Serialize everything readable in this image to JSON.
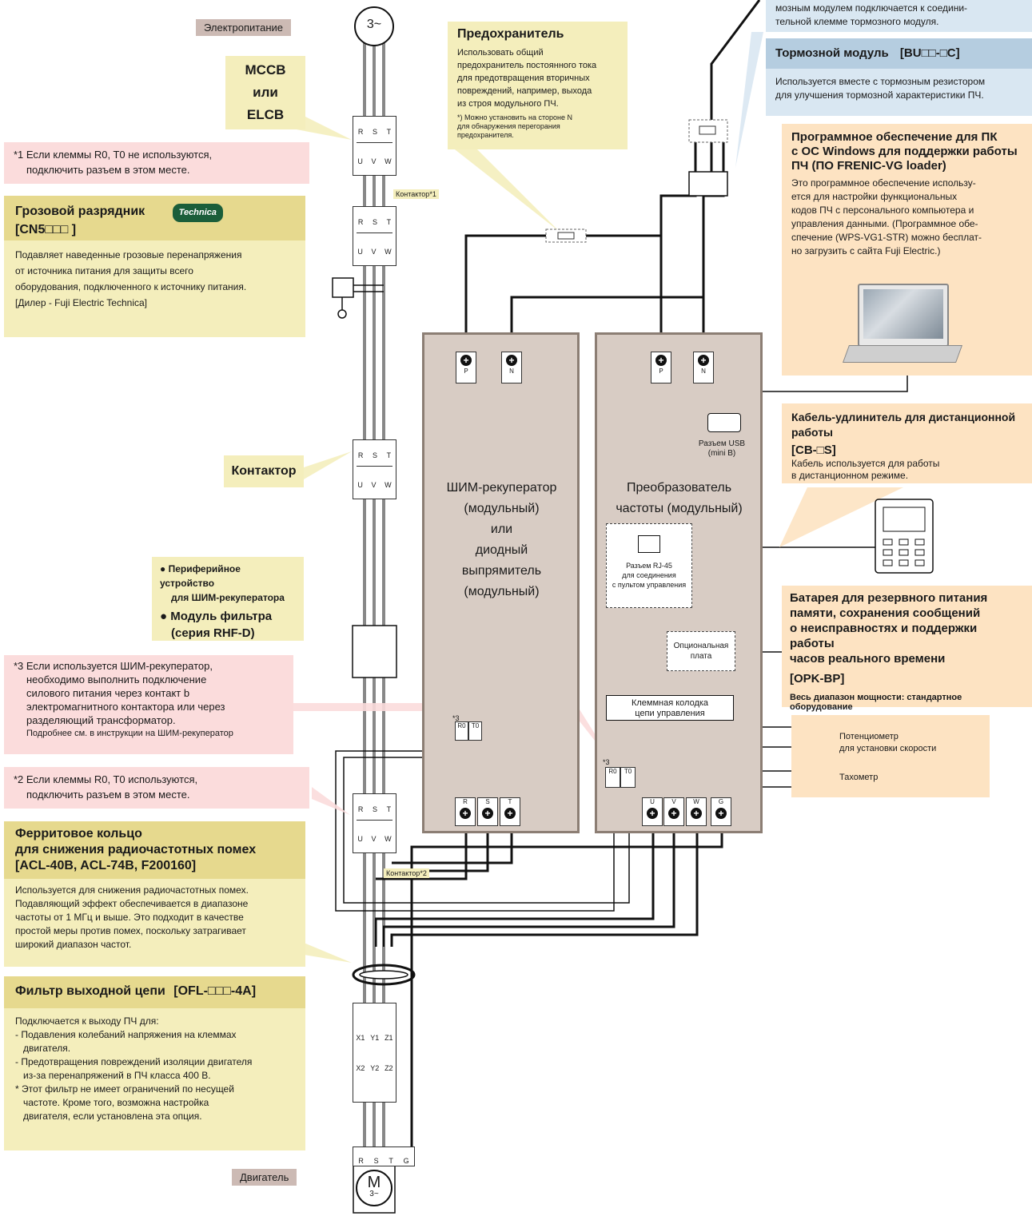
{
  "tags": {
    "power": "Электропитание",
    "motor": "Двигатель"
  },
  "symbols": {
    "source": "3~",
    "motor_letter": "M",
    "motor_phase": "3~"
  },
  "mccb": {
    "line1": "MCCB",
    "line2": "или",
    "line3": "ELCB"
  },
  "contactor1": "Контактор*1",
  "contactor2": "Контактор*2",
  "contactor_main": "Контактор",
  "note1": {
    "line1": "*1 Если клеммы R0, T0 не используются,",
    "line2": "подключить разъем в этом месте."
  },
  "note2": {
    "line1": "*2 Если клеммы R0, T0 используются,",
    "line2": "подключить разъем в этом месте."
  },
  "note3": {
    "line1": "*3 Если используется ШИМ-рекуператор,",
    "line2": "необходимо выполнить подключение",
    "line3": "силового питания через контакт b",
    "line4": "электромагнитного контактора или через",
    "line5": "разделяющий трансформатор.",
    "line6": "Подробнее см. в инструкции на ШИМ-рекуператор"
  },
  "arrester": {
    "title": "Грозовой разрядник",
    "code": "[CN5□□□ ]",
    "badge": "Technica",
    "line1": "Подавляет наведенные грозовые перенапряжения",
    "line2": "от источника питания для защиты всего",
    "line3": "оборудования, подключенного к источнику питания.",
    "line4": "[Дилер - Fuji Electric Technica]"
  },
  "fuse": {
    "title": "Предохранитель",
    "line1": "Использовать общий",
    "line2": "предохранитель постоянного тока",
    "line3": "для предотвращения вторичных",
    "line4": "повреждений, например, выхода",
    "line5": "из строя модульного ПЧ.",
    "note1": "*) Можно установить на стороне N",
    "note2": "для обнаружения перегорания предохранителя."
  },
  "brake": {
    "top1": "мозным модулем подключается к соедини-",
    "top2": "тельной клемме тормозного модуля.",
    "title": "Тормозной модуль",
    "code": "[BU□□-□C]",
    "line1": "Используется вместе с тормозным резистором",
    "line2": "для улучшения тормозной характеристики ПЧ."
  },
  "software": {
    "title1": "Программное обеспечение для ПК",
    "title2": "с ОС Windows для поддержки работы",
    "title3": "ПЧ (ПО FRENIC-VG loader)",
    "line1": "Это программное обеспечение использу-",
    "line2": "ется для настройки функциональных",
    "line3": "кодов ПЧ с персонального компьютера и",
    "line4": "управления данными. (Программное обе-",
    "line5": "спечение (WPS-VG1-STR) можно бесплат-",
    "line6": "но загрузить с сайта Fuji Electric.)"
  },
  "cable": {
    "title": "Кабель-удлинитель для дистанционной работы",
    "code": "[CB-□S]",
    "line1": "Кабель используется для работы",
    "line2": "в дистанционном режиме."
  },
  "usb": {
    "line1": "Разъем USB",
    "line2": "(mini B)"
  },
  "rj45": {
    "line1": "Разъем RJ-45",
    "line2": "для соединения",
    "line3": "с пультом управления"
  },
  "optional": {
    "line1": "Опциональная",
    "line2": "плата"
  },
  "terminal_block": {
    "line1": "Клеммная колодка",
    "line2": "цепи управления"
  },
  "battery": {
    "line1": "Батарея для резервного питания",
    "line2": "памяти, сохранения сообщений",
    "line3": "о неисправностях и поддержки работы",
    "line4": "часов реального времени",
    "code": "[OPK-BP]",
    "note": "Весь диапазон мощности: стандартное оборудование"
  },
  "meters": {
    "pot1": "Потенциометр",
    "pot2": "для установки скорости",
    "tacho": "Тахометр"
  },
  "pwm_module": {
    "line1": "ШИМ-рекуператор",
    "line2": "(модульный)",
    "line3": "или",
    "line4": "диодный",
    "line5": "выпрямитель",
    "line6": "(модульный)"
  },
  "inverter_module": {
    "line1": "Преобразователь",
    "line2": "частоты (модульный)"
  },
  "peripheral": {
    "line1": "● Периферийное устройство",
    "line2": "для ШИМ-рекуператора",
    "line3": "● Модуль фильтра",
    "line4": "(серия RHF-D)"
  },
  "ferrite": {
    "title1": "Ферритовое кольцо",
    "title2": "для снижения радиочастотных помех",
    "title3": "[ACL-40B, ACL-74B, F200160]",
    "line1": "Используется для снижения радиочастотных помех.",
    "line2": "Подавляющий эффект обеспечивается в диапазоне",
    "line3": "частоты от 1 МГц и выше. Это подходит в качестве",
    "line4": "простой меры против помех, поскольку затрагивает",
    "line5": "широкий диапазон частот."
  },
  "output_filter": {
    "title": "Фильтр выходной цепи",
    "code": "[OFL-□□□-4A]",
    "line1": "Подключается к выходу ПЧ для:",
    "line2": "- Подавления колебаний напряжения на клеммах",
    "line3": "двигателя.",
    "line4": "- Предотвращения повреждений изоляции двигателя",
    "line5": "из-за перенапряжений в ПЧ класса 400 В.",
    "line6": "* Этот фильтр не имеет ограничений по несущей",
    "line7": "частоте. Кроме того, возможна настройка",
    "line8": "двигателя, если установлена эта опция."
  },
  "terminals": {
    "P": "P",
    "N": "N",
    "R": "R",
    "S": "S",
    "T": "T",
    "U": "U",
    "V": "V",
    "W": "W",
    "G": "G",
    "R0": "R0",
    "T0": "T0",
    "star3": "*3",
    "X1": "X1",
    "Y1": "Y1",
    "Z1": "Z1",
    "X2": "X2",
    "Y2": "Y2",
    "Z2": "Z2"
  }
}
